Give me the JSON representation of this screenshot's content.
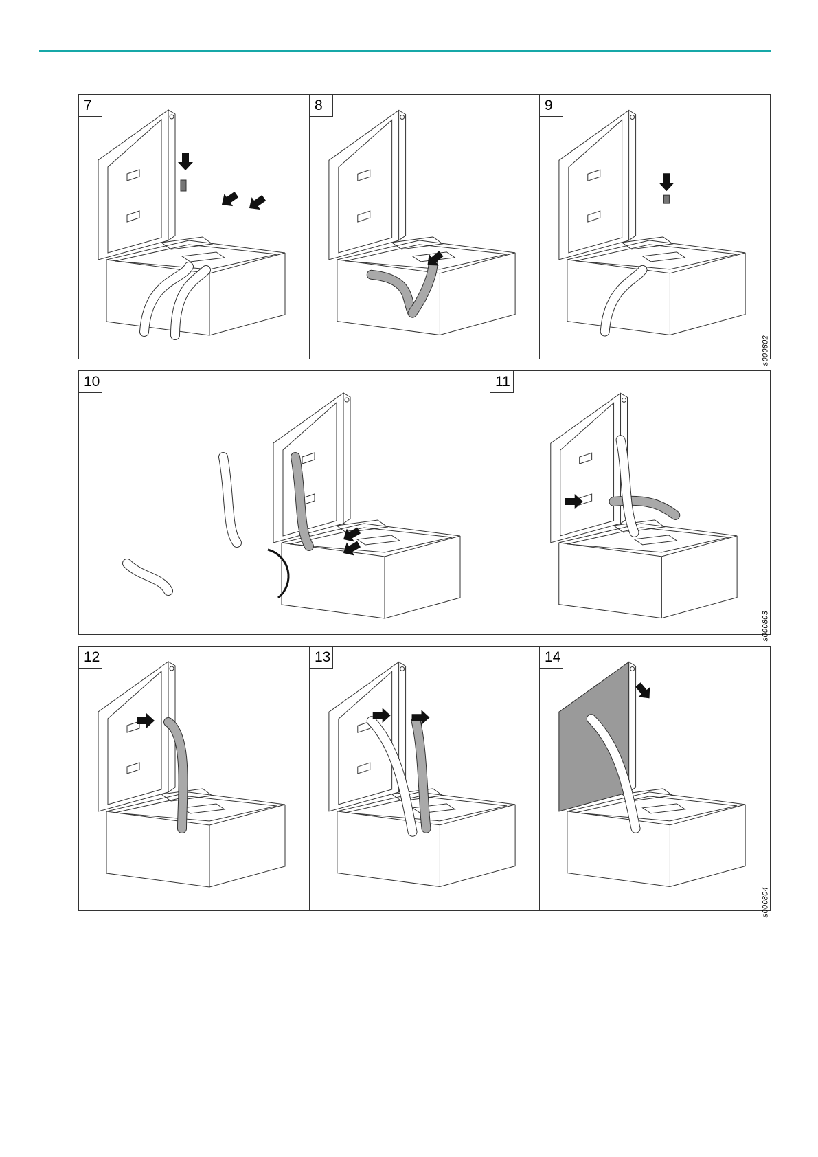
{
  "rows": [
    {
      "ref": "s000802",
      "panels": [
        {
          "step": "7",
          "variant": "screws"
        },
        {
          "step": "8",
          "variant": "ribbon-plug"
        },
        {
          "step": "9",
          "variant": "cable-plug"
        }
      ]
    },
    {
      "ref": "s000803",
      "panels": [
        {
          "step": "10",
          "variant": "exploded"
        },
        {
          "step": "11",
          "variant": "ribbon-lid"
        }
      ]
    },
    {
      "ref": "s000804",
      "panels": [
        {
          "step": "12",
          "variant": "ribbon-up"
        },
        {
          "step": "13",
          "variant": "ribbon-two"
        },
        {
          "step": "14",
          "variant": "lid-close"
        }
      ]
    }
  ]
}
